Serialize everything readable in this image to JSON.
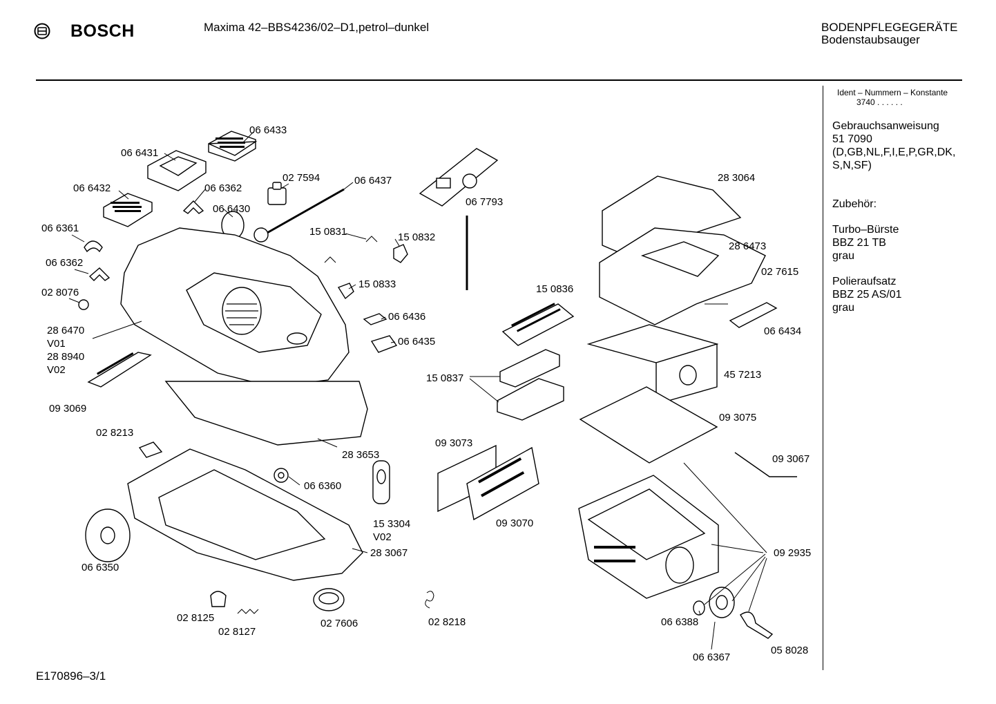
{
  "header": {
    "brand": "BOSCH",
    "model": "Maxima 42–BBS4236/02–D1,petrol–dunkel",
    "category": "BODENPFLEGEGERÄTE",
    "subcategory": "Bodenstaubsauger"
  },
  "footer": {
    "doc_id": "E170896–3/1"
  },
  "sidebar": {
    "ident_title": "Ident – Nummern – Konstante",
    "ident_value": "3740  . .   . . . .",
    "manual_title": "Gebrauchsanweisung",
    "manual_number": "51 7090",
    "manual_langs_1": "(D,GB,NL,F,I,E,P,GR,DK,",
    "manual_langs_2": "S,N,SF)",
    "accessories_title": "Zubehör:",
    "acc1_name": "Turbo–Bürste",
    "acc1_code": "BBZ 21 TB",
    "acc1_color": "grau",
    "acc2_name": "Polieraufsatz",
    "acc2_code": "BBZ 25 AS/01",
    "acc2_color": "grau"
  },
  "parts": [
    "06 6433",
    "06 6431",
    "06 6432",
    "06 6362",
    "06 6430",
    "02 7594",
    "06 6437",
    "06 6361",
    "06 6362",
    "02 8076",
    "28 6470",
    "V01",
    "28 8940",
    "V02",
    "09 3069",
    "15 0831",
    "15 0832",
    "15 0833",
    "06 6436",
    "06 6435",
    "06 7793",
    "15 0836",
    "15 0837",
    "28 3064",
    "28 6473",
    "02 7615",
    "06 6434",
    "45 7213",
    "09 3075",
    "09 3067",
    "09 2935",
    "09 3073",
    "09 3070",
    "02 8213",
    "28 3653",
    "06 6360",
    "15 3304",
    "V02",
    "28 3067",
    "06 6350",
    "02 8125",
    "02 8127",
    "02 7606",
    "02 8218",
    "06 6388",
    "06 6367",
    "05 8028"
  ]
}
